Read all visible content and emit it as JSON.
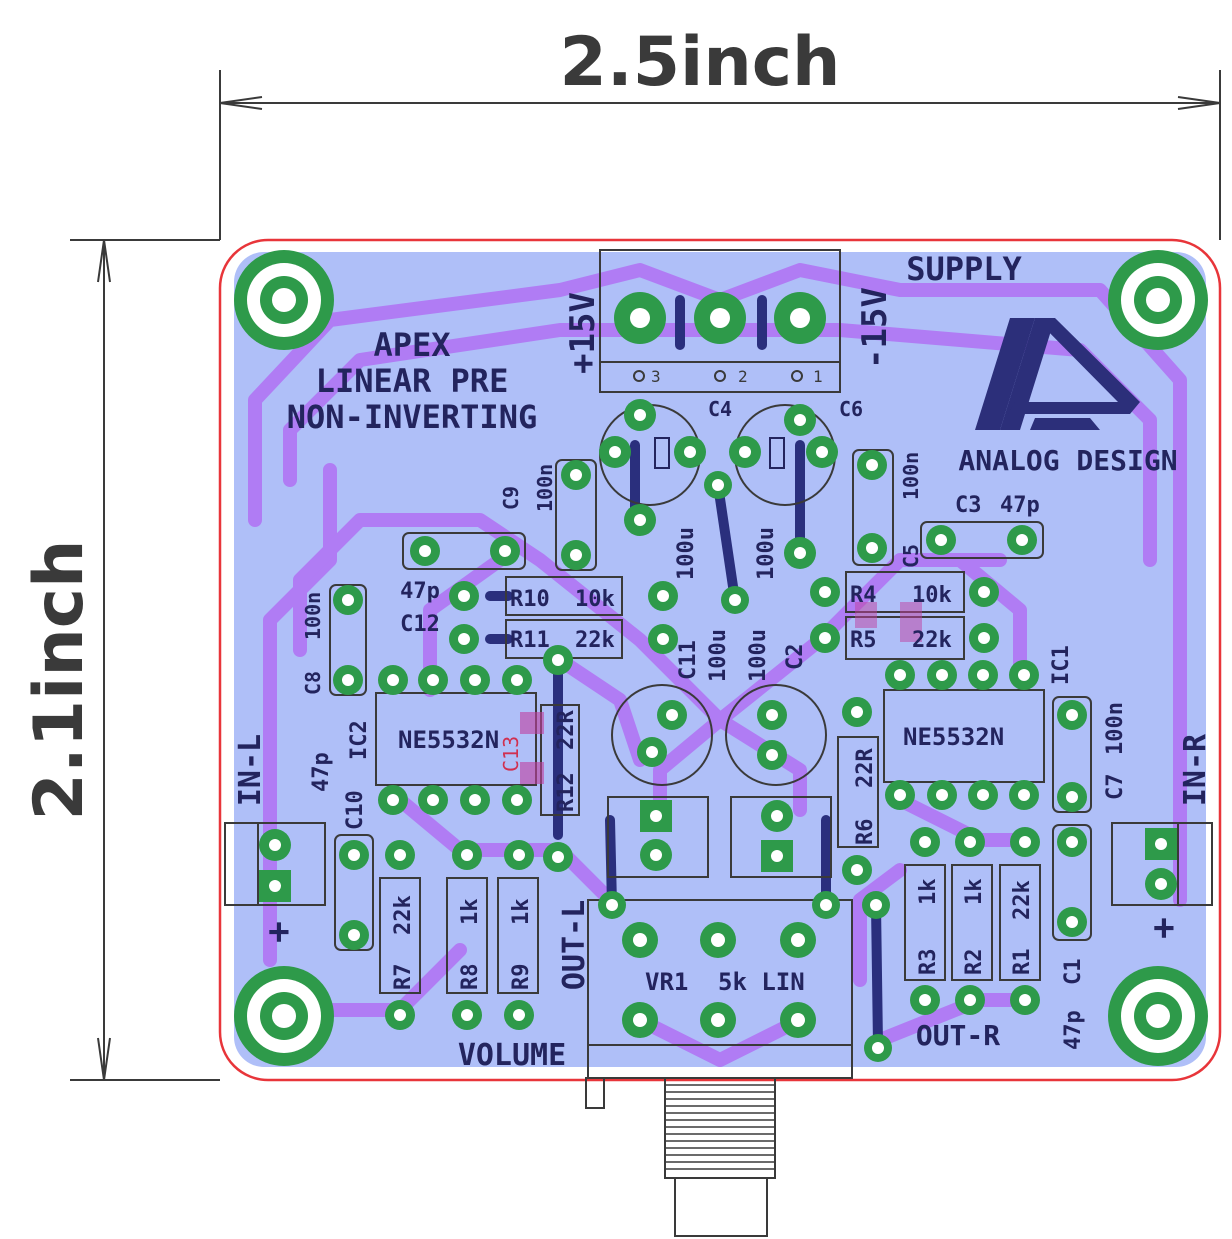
{
  "dimensions": {
    "width_label": "2.5inch",
    "height_label": "2.1inch"
  },
  "board": {
    "title_lines": [
      "APEX",
      "LINEAR PRE",
      "NON-INVERTING"
    ],
    "supply_label": "SUPPLY",
    "brand": "ANALOG DESIGN",
    "volume_label": "VOLUME",
    "colors": {
      "outline": "#e8353a",
      "copper_pour": "#afbff8",
      "top_trace": "#b07cf4",
      "bottom_trace": "#8a73ee",
      "pad": "#2e9a4a",
      "silkscreen": "#23245e",
      "logo": "#2c2f7a"
    }
  },
  "connectors": {
    "supply": {
      "left": "+15V",
      "right": "-15V",
      "pins": [
        "3",
        "2",
        "1"
      ]
    },
    "in_left": {
      "label": "IN-L",
      "polarity": "+"
    },
    "in_right": {
      "label": "IN-R",
      "polarity": "+"
    },
    "out_left": "OUT-L",
    "out_right": "OUT-R"
  },
  "ics": [
    {
      "ref": "IC2",
      "part": "NE5532N"
    },
    {
      "ref": "IC1",
      "part": "NE5532N"
    }
  ],
  "potentiometer": {
    "ref": "VR1",
    "value": "5k LIN"
  },
  "components": {
    "c9": {
      "ref": "C9",
      "value": "100n"
    },
    "c8": {
      "ref": "C8",
      "value": "100n"
    },
    "c10": {
      "ref": "C10",
      "value": "47p"
    },
    "c12": {
      "ref": "C12",
      "value": "47p"
    },
    "c4": {
      "ref": "C4",
      "value": "100u"
    },
    "c6": {
      "ref": "C6",
      "value": "100u"
    },
    "c5": {
      "ref": "C5",
      "value": "100n"
    },
    "c3": {
      "ref": "C3",
      "value": "47p"
    },
    "c11": {
      "ref": "C11",
      "value": "100u"
    },
    "c2": {
      "ref": "C2",
      "value": "100u"
    },
    "c7": {
      "ref": "C7",
      "value": "100n"
    },
    "c1": {
      "ref": "C1",
      "value": "47p"
    },
    "c13": {
      "ref": "C13"
    },
    "r10": {
      "ref": "R10",
      "value": "10k"
    },
    "r11": {
      "ref": "R11",
      "value": "22k"
    },
    "r4": {
      "ref": "R4",
      "value": "10k"
    },
    "r5": {
      "ref": "R5",
      "value": "22k"
    },
    "r12": {
      "ref": "R12",
      "value": "22R"
    },
    "r6": {
      "ref": "R6",
      "value": "22R"
    },
    "r7": {
      "ref": "R7",
      "value": "22k"
    },
    "r8": {
      "ref": "R8",
      "value": "1k"
    },
    "r9": {
      "ref": "R9",
      "value": "1k"
    },
    "r3": {
      "ref": "R3",
      "value": "1k"
    },
    "r2": {
      "ref": "R2",
      "value": "1k"
    },
    "r1": {
      "ref": "R1",
      "value": "22k"
    }
  }
}
